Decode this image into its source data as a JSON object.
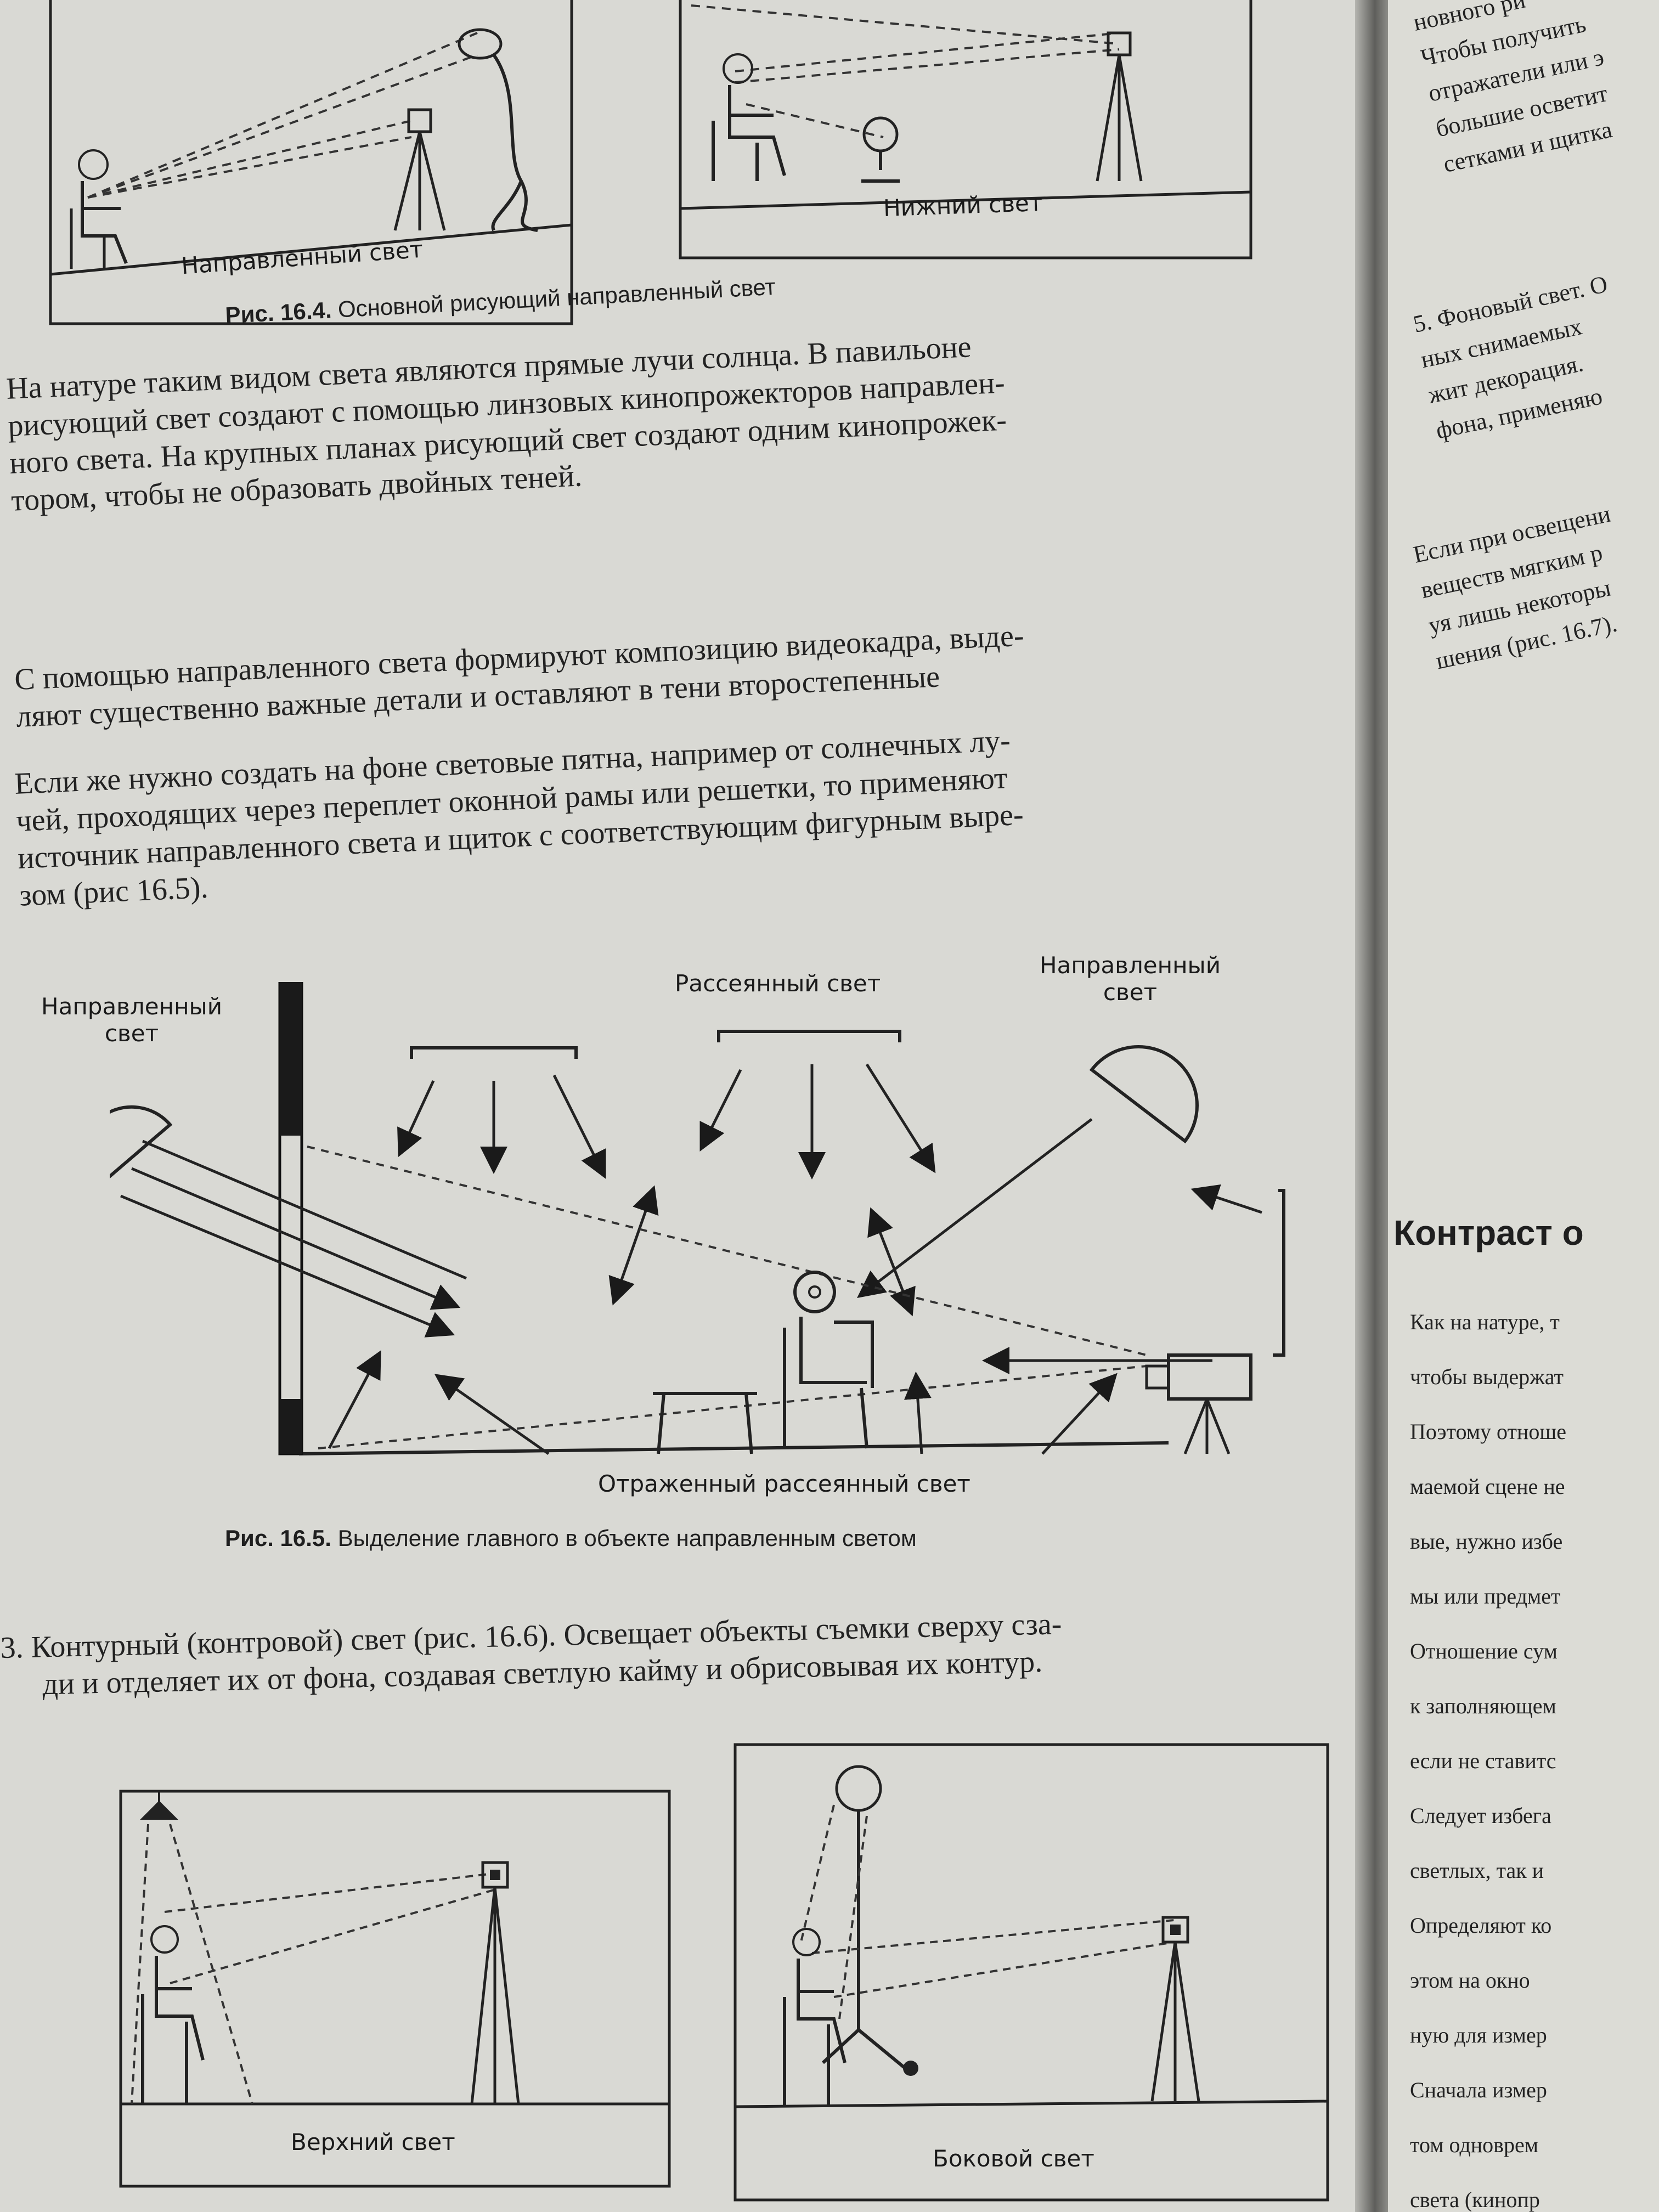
{
  "fig_16_4": {
    "caption_num": "Рис. 16.4.",
    "caption_text": " Основной рисующий направленный свет",
    "panel_left_label": "Направленный свет",
    "panel_right_label": "Нижний свет"
  },
  "body_paragraphs": [
    [
      "На натуре таким видом света являются прямые лучи солнца. В павильоне",
      "рисующий свет создают с помощью линзовых кинопрожекторов направлен-",
      "ного света. На крупных планах рисующий свет создают одним кинопрожек-",
      "тором, чтобы не образовать двойных теней."
    ],
    [
      "С помощью направленного света формируют композицию видеокадра, выде-",
      "ляют существенно важные детали и оставляют в тени второстепенные"
    ],
    [
      "Если же нужно создать на фоне световые пятна, например от солнечных лу-",
      "чей, проходящих через переплет оконной рамы или решетки, то применяют",
      "источник направленного света и щиток с соответствующим фигурным выре-",
      "зом (рис 16.5)."
    ]
  ],
  "fig_16_5": {
    "label_directed_left_1": "Направленный",
    "label_directed_left_2": "свет",
    "label_diffuse": "Рассеянный свет",
    "label_directed_right_1": "Направленный",
    "label_directed_right_2": "свет",
    "label_reflected": "Отраженный рассеянный свет",
    "caption_num": "Рис. 16.5.",
    "caption_text": " Выделение главного в объекте направленным светом"
  },
  "item_3": {
    "number": "3.",
    "line1": "Контурный (контровой) свет (рис. 16.6). Освещает объекты съемки сверху сза-",
    "line2": "ди и отделяет их от фона, создавая светлую кайму и обрисовывая их контур."
  },
  "fig_16_6": {
    "panel_left_label": "Верхний свет",
    "panel_right_label": "Боковой свет"
  },
  "right_page": {
    "top_lines": [
      "новного ри",
      "Чтобы получить",
      "отражатели или э",
      "большие осветит",
      "сетками и щитка"
    ],
    "item5_lines": [
      "5. Фоновый свет. О",
      "ных снимаемых",
      "жит декорация.",
      "фона, применяю"
    ],
    "item5b_lines": [
      "Если при освещени",
      "веществ мягким р",
      "уя лишь некоторы",
      "шения (рис. 16.7)."
    ],
    "heading": "Контраст о",
    "bottom_lines": [
      "Как на натуре, т",
      "чтобы выдержат",
      "Поэтому отноше",
      "маемой сцене не",
      "вые, нужно избе",
      "мы или предмет",
      "Отношение сум",
      "к заполняющем",
      "если не ставитс",
      "Следует избега",
      "светлых, так и",
      "Определяют ко",
      "этом на окно",
      "ную для измер",
      "Сначала измер",
      "том одноврем",
      "света (кинопр"
    ]
  }
}
